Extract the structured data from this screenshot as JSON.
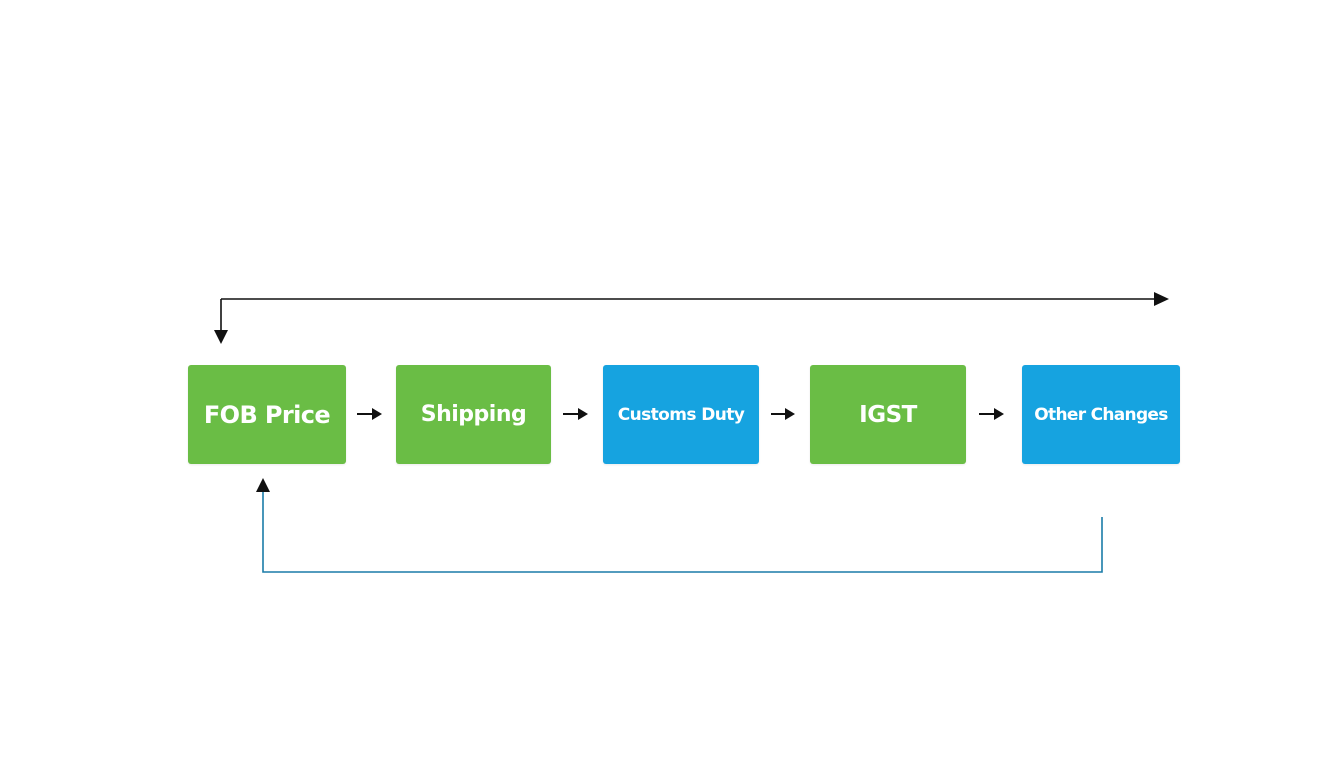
{
  "diagram": {
    "colors": {
      "green": "#6abd45",
      "blue": "#16a3e0",
      "arrow": "#111111",
      "return_line": "#1a7ca8"
    },
    "nodes": [
      {
        "id": "fob-price",
        "label": "FOB Price",
        "color": "green"
      },
      {
        "id": "shipping",
        "label": "Shipping",
        "color": "green"
      },
      {
        "id": "customs-duty",
        "label": "Customs Duty",
        "color": "blue"
      },
      {
        "id": "igst",
        "label": "IGST",
        "color": "green"
      },
      {
        "id": "other-changes",
        "label": "Other Changes",
        "color": "blue"
      }
    ],
    "edges": [
      {
        "from": "fob-price",
        "to": "shipping"
      },
      {
        "from": "shipping",
        "to": "customs-duty"
      },
      {
        "from": "customs-duty",
        "to": "igst"
      },
      {
        "from": "igst",
        "to": "other-changes"
      },
      {
        "from": "other-changes",
        "to": "fob-price",
        "kind": "return-loop"
      },
      {
        "from": "right-end",
        "to": "fob-price",
        "kind": "top-loop"
      }
    ]
  }
}
